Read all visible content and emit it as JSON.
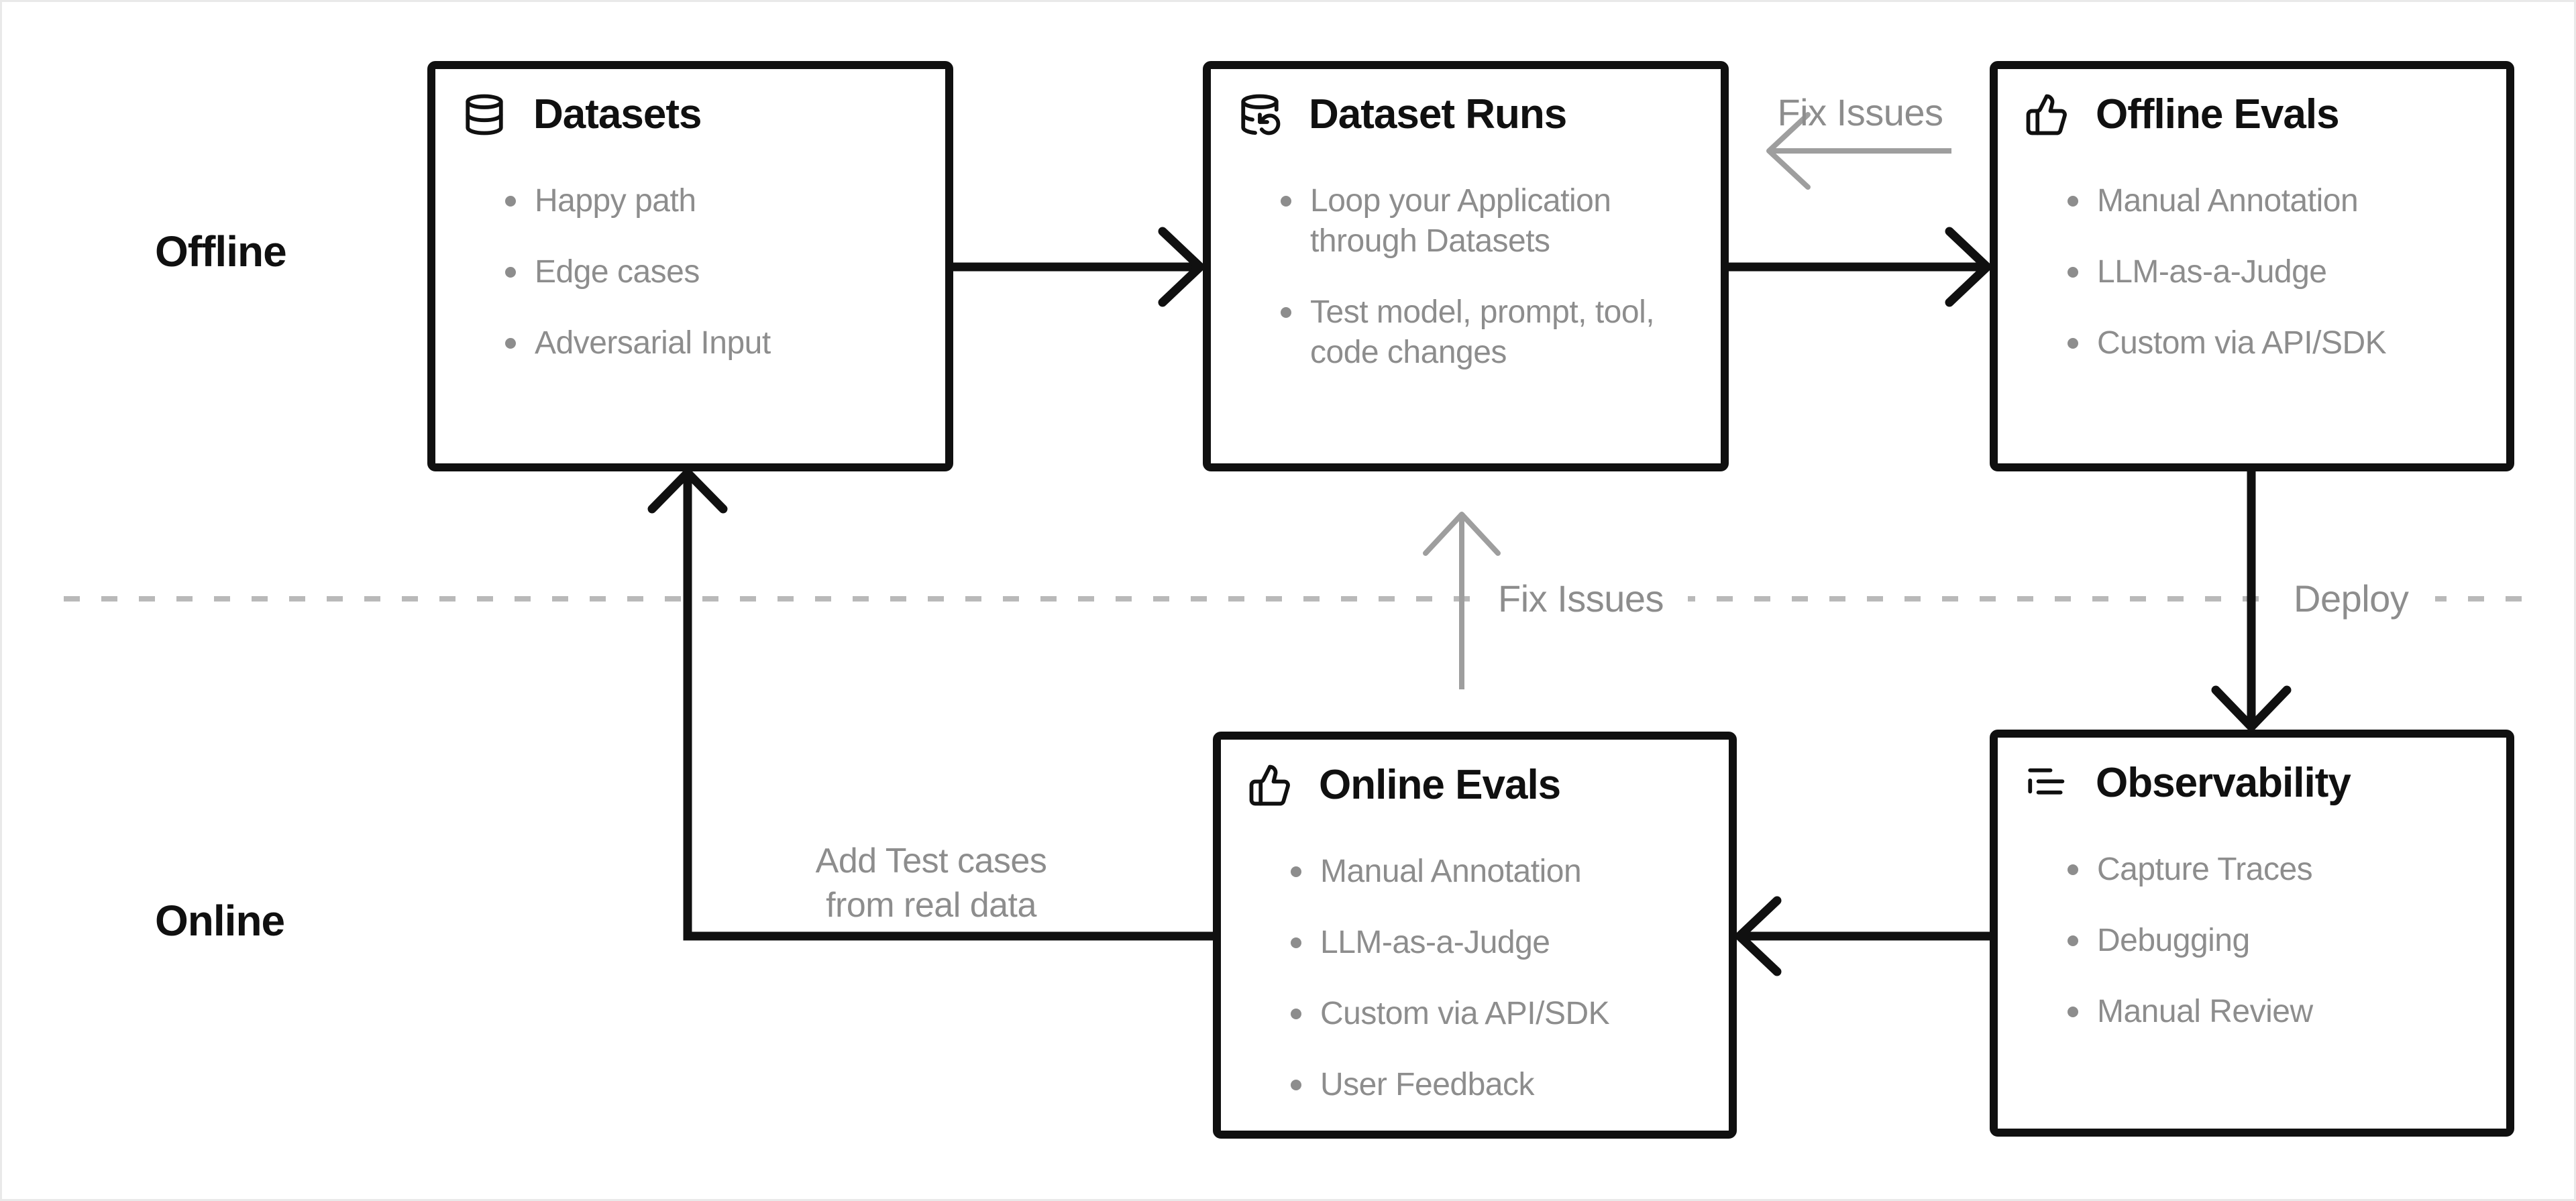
{
  "lanes": {
    "offline": "Offline",
    "online": "Online"
  },
  "boxes": {
    "datasets": {
      "icon": "database-icon",
      "title": "Datasets",
      "items": [
        "Happy path",
        "Edge cases",
        "Adversarial Input"
      ]
    },
    "dataset_runs": {
      "icon": "database-rerun-icon",
      "title": "Dataset Runs",
      "items": [
        "Loop your Application through Datasets",
        "Test model, prompt, tool, code changes"
      ]
    },
    "offline_evals": {
      "icon": "thumbs-up-icon",
      "title": "Offline Evals",
      "items": [
        "Manual Annotation",
        "LLM-as-a-Judge",
        "Custom via API/SDK"
      ]
    },
    "online_evals": {
      "icon": "thumbs-up-icon",
      "title": "Online Evals",
      "items": [
        "Manual Annotation",
        "LLM-as-a-Judge",
        "Custom via API/SDK",
        "User Feedback"
      ]
    },
    "observability": {
      "icon": "trace-list-icon",
      "title": "Observability",
      "items": [
        "Capture Traces",
        "Debugging",
        "Manual Review"
      ]
    }
  },
  "edge_labels": {
    "fix_issues_top": "Fix Issues",
    "fix_issues_mid": "Fix Issues",
    "deploy": "Deploy",
    "add_test_cases_line1": "Add Test cases",
    "add_test_cases_line2": "from real data"
  },
  "colors": {
    "ink": "#101010",
    "muted": "#8d8d8d",
    "gray_arrow": "#9e9e9e",
    "dash": "#b9b9b9",
    "bg": "#ffffff"
  }
}
